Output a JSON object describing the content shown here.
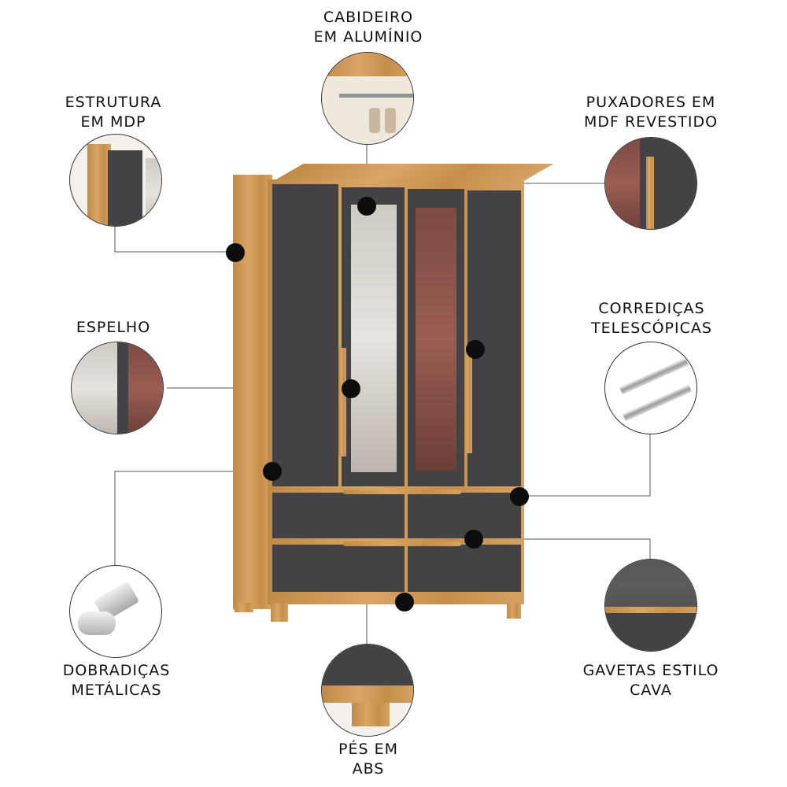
{
  "labels": {
    "cabideiro": [
      "CABIDEIRO",
      "EM ALUMÍNIO"
    ],
    "estrutura": [
      "ESTRUTURA",
      "EM MDP"
    ],
    "puxadores": [
      "PUXADORES EM",
      "MDF REVESTIDO"
    ],
    "espelho": [
      "ESPELHO"
    ],
    "corredicas": [
      "CORREDIÇAS",
      "TELESCÓPICAS"
    ],
    "dobradicas": [
      "DOBRADIÇAS",
      "METÁLICAS"
    ],
    "gavetas": [
      "GAVETAS ESTILO",
      "CAVA"
    ],
    "pes": [
      "PÉS EM",
      "ABS"
    ]
  },
  "colors": {
    "wood": "#d2a060",
    "panel": "#434245",
    "mirror": "#dcd7d1",
    "reflection": "#8a5248",
    "dot": "#0d0d0d",
    "line": "#555555"
  }
}
